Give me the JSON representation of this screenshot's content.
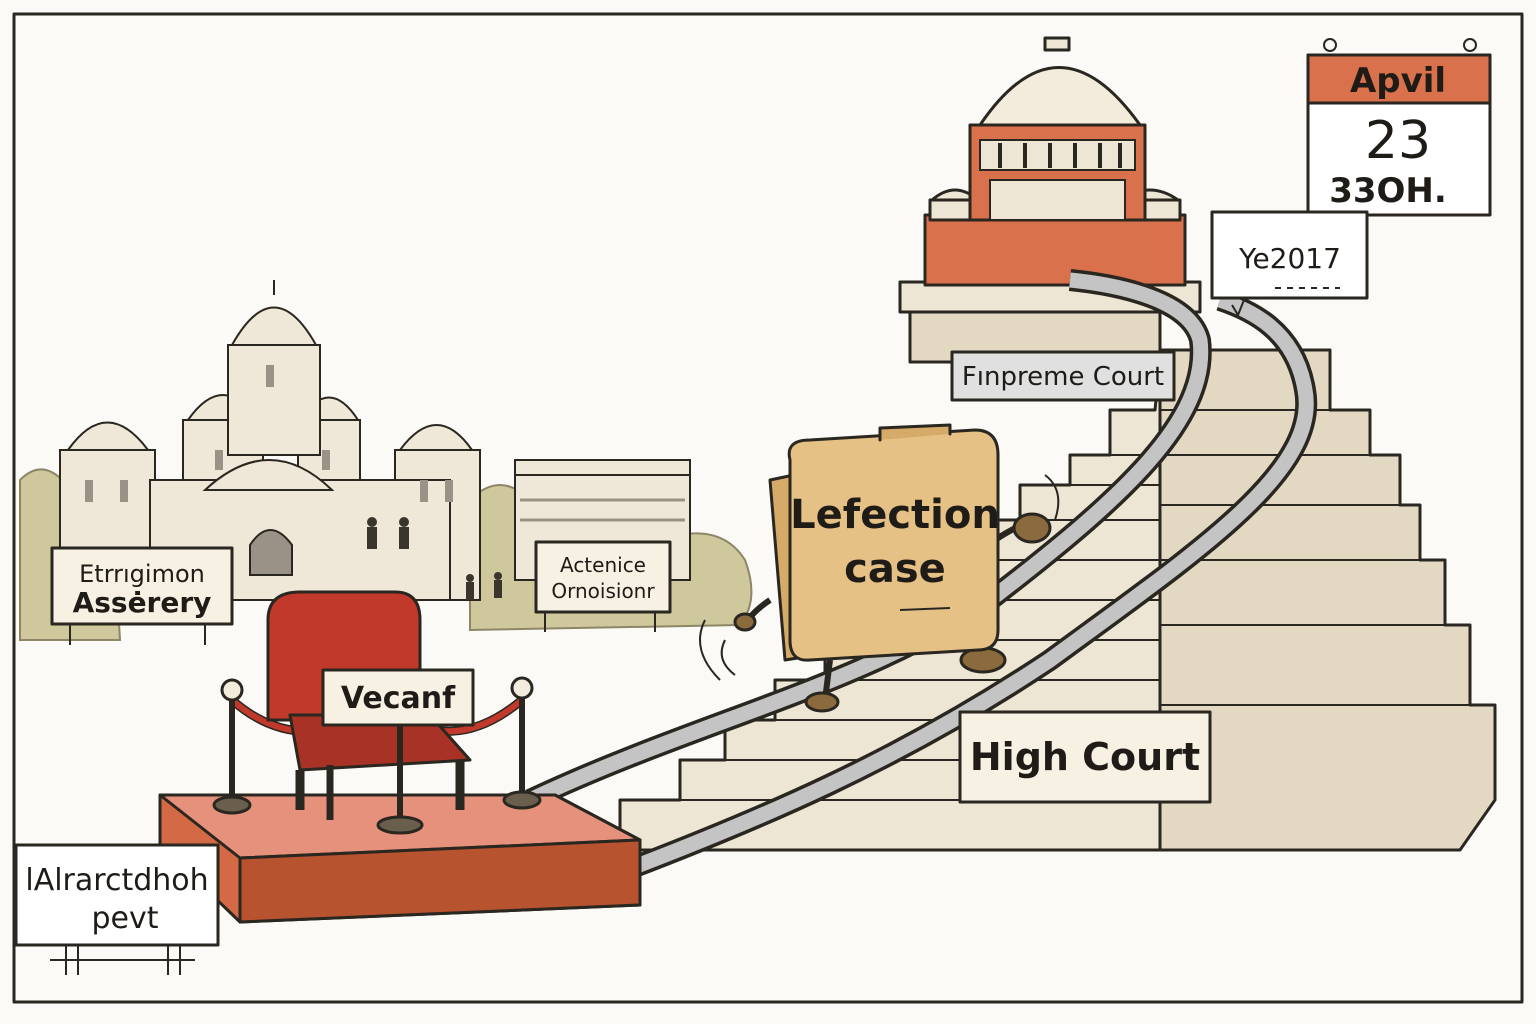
{
  "signs": {
    "assembly_line1": "Etrrıgimon",
    "assembly_line2": "Assėrery",
    "actenice_line1": "Actenice",
    "actenice_line2": "Ornoisionr",
    "vacant_chair": "Vecanf",
    "defection_line1": "Lefection",
    "defection_line2": "case",
    "supreme_court": "Fınpreme Court",
    "high_court": "High Court",
    "year_tag": "Ye2017",
    "bottom_left_line1": "lAlrarctdhoh",
    "bottom_left_line2": "pevt"
  },
  "calendar": {
    "month": "Apvil",
    "day": "23",
    "extra": "33OH."
  },
  "colors": {
    "paper": "#fbfaf6",
    "stone": "#ece4d2",
    "stone_shadow": "#d8cdb4",
    "terracotta": "#d9714c",
    "chair_red": "#c0392b",
    "briefcase": "#e6c186",
    "rail": "#bdbdbd",
    "trees": "#cfc89c"
  }
}
